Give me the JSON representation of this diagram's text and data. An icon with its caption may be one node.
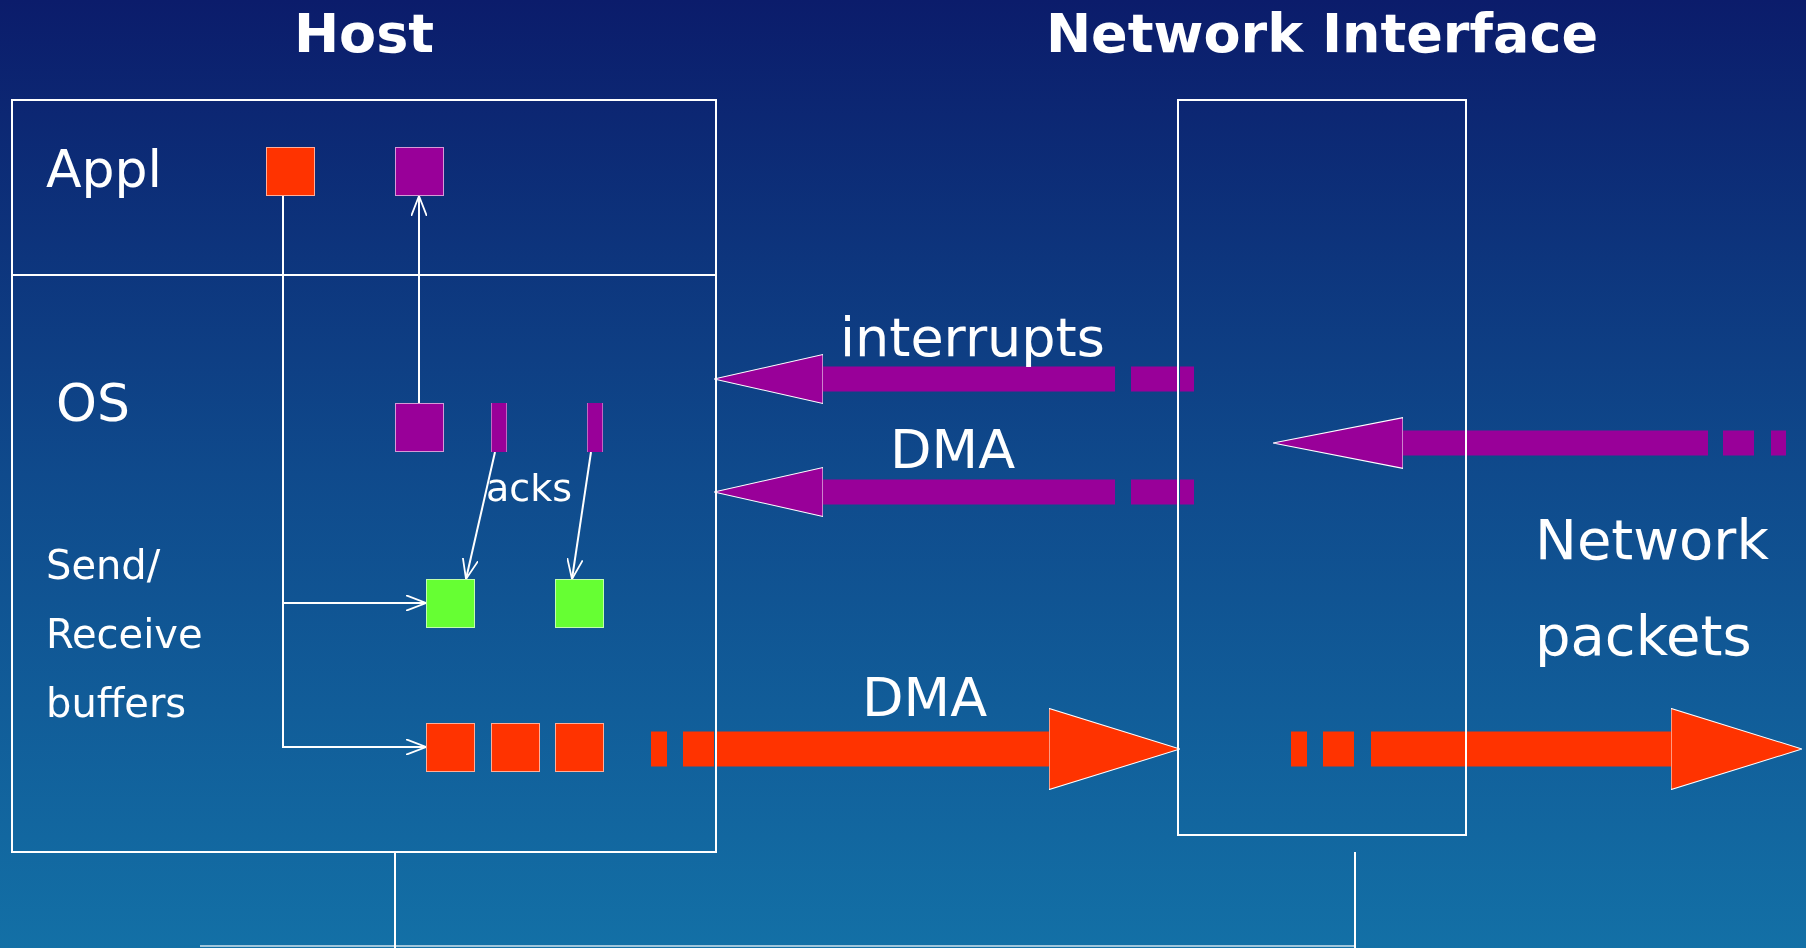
{
  "diagram": {
    "nodes": [
      {
        "text": [
          "Host"
        ]
      },
      {
        "text": [
          "Appl"
        ],
        "in": 0
      },
      {
        "text": [
          "OS",
          "Send/ Receive buffers"
        ],
        "in": 0
      },
      {
        "text": [],
        "shape": "box",
        "in": 1
      },
      {
        "text": [],
        "shape": "box",
        "in": 1
      },
      {
        "text": [],
        "shape": "box",
        "in": 2
      },
      {
        "text": [],
        "shape": "bar",
        "in": 2
      },
      {
        "text": [],
        "shape": "bar",
        "in": 2
      },
      {
        "text": [],
        "shape": "box",
        "in": 2
      },
      {
        "text": [],
        "shape": "box",
        "in": 2
      },
      {
        "text": [],
        "shape": "box",
        "in": 2
      },
      {
        "text": [],
        "shape": "box",
        "in": 2
      },
      {
        "text": [],
        "shape": "box",
        "in": 2
      },
      {
        "text": [
          "Network Interface"
        ]
      }
    ],
    "edges": [
      {
        "from": 3,
        "to": 8,
        "arrow": "to"
      },
      {
        "from": 3,
        "to": 10,
        "arrow": "to"
      },
      {
        "from": 5,
        "to": 4,
        "arrow": "to"
      },
      {
        "from": 6,
        "to": 8,
        "arrow": "to"
      },
      {
        "from": 7,
        "to": 9,
        "arrow": "to"
      },
      {
        "from": 13,
        "to": 2,
        "arrow": "to",
        "label": "interrupts",
        "style": "thick",
        "color": "#990099"
      },
      {
        "from": 13,
        "to": 2,
        "arrow": "to",
        "label": "DMA",
        "style": "thick",
        "color": "#990099"
      },
      {
        "from": 2,
        "to": 13,
        "arrow": "to",
        "label": "DMA",
        "style": "thick",
        "color": "#ff3300"
      },
      {
        "from": null,
        "to": 13,
        "arrow": "to",
        "style": "thick",
        "color": "#990099"
      },
      {
        "from": 13,
        "to": null,
        "arrow": "to",
        "style": "thick",
        "color": "#ff3300"
      }
    ],
    "labels": [
      "acks",
      "Network packets"
    ]
  }
}
